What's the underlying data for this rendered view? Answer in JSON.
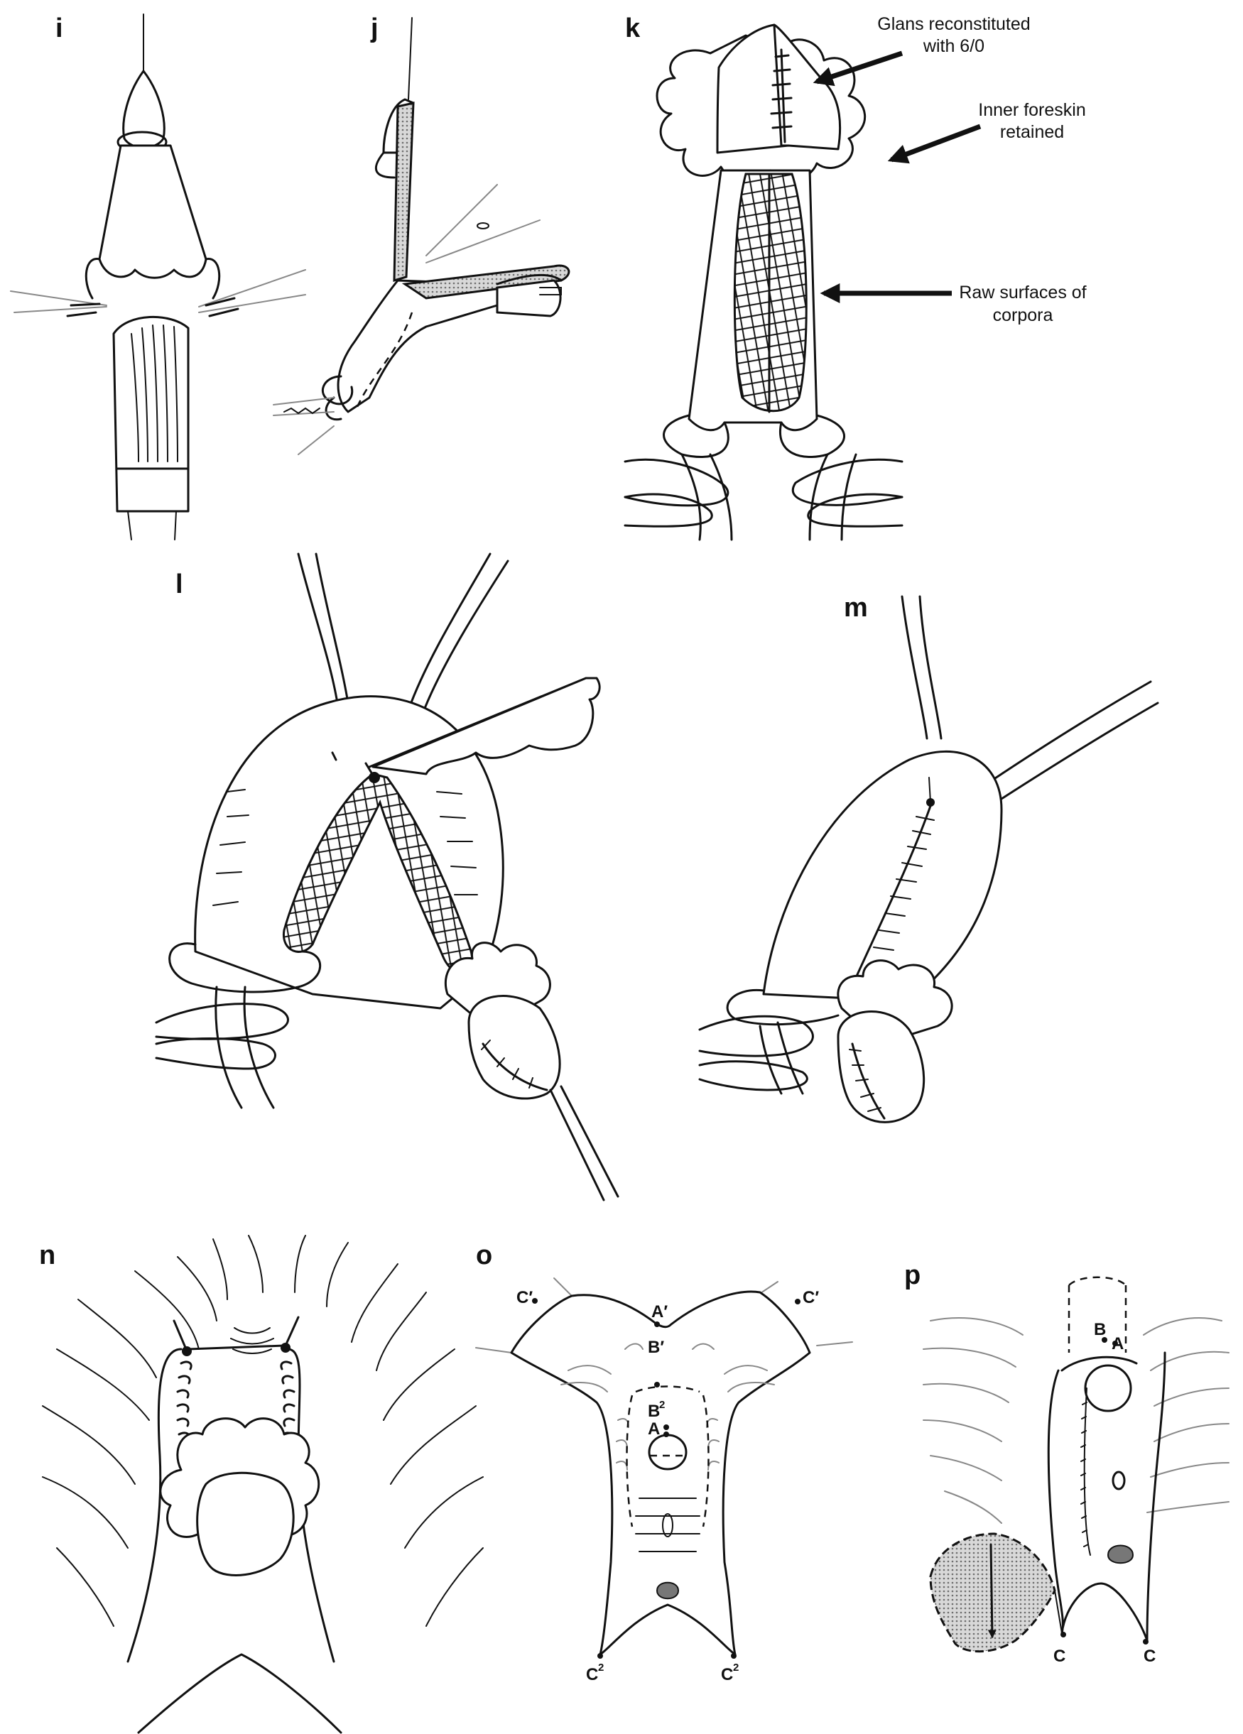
{
  "panels": [
    {
      "letter": "i"
    },
    {
      "letter": "j"
    },
    {
      "letter": "k"
    },
    {
      "letter": "l"
    },
    {
      "letter": "m"
    },
    {
      "letter": "n"
    },
    {
      "letter": "o"
    },
    {
      "letter": "p"
    }
  ],
  "annotations": {
    "glans": [
      "Glans reconstituted",
      "with 6/0"
    ],
    "foreskin": [
      "Inner foreskin",
      "retained"
    ],
    "raw": [
      "Raw surfaces of",
      "corpora"
    ]
  },
  "points_o": {
    "c_left": "C′",
    "c_right": "C′",
    "a_top": "A′",
    "b_top": "B′",
    "b_mid": "B",
    "b_mid_sup": "2",
    "a_mid": "A",
    "c2_left": "C",
    "c2_left_sup": "2",
    "c2_right": "C",
    "c2_right_sup": "2"
  },
  "points_p": {
    "b": "B",
    "a": "A",
    "c_left": "C",
    "c_right": "C"
  },
  "colors": {
    "ink": "#111111",
    "shade": "#9a9a9a"
  }
}
